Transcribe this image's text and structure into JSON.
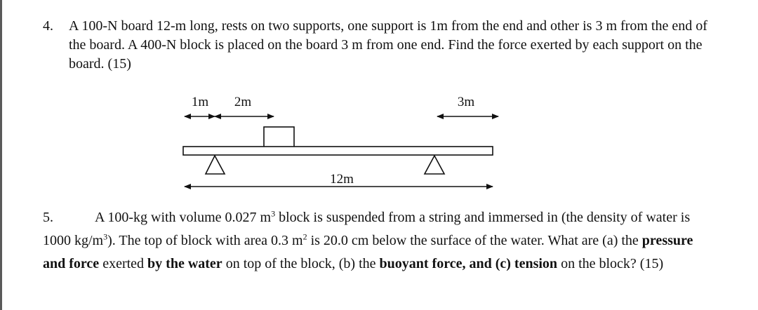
{
  "q4": {
    "number": "4.",
    "text": "A 100-N board 12-m long, rests on two supports, one support is 1m from the end and other is 3 m from the end of the board.  A 400-N block is placed on the board 3 m from one end.  Find the force exerted by each support on the board.  (15)"
  },
  "diagram": {
    "label_1m": "1m",
    "label_2m": "2m",
    "label_3m": "3m",
    "label_12m": "12m"
  },
  "q5": {
    "number": "5.",
    "t1": "A 100-kg with volume 0.027 m",
    "t1_sup": "3",
    "t2": " block is suspended from a string and immersed in (the density of water is 1000 kg/m",
    "t2_sup": "3",
    "t3": ").  The top of block with area 0.3 m",
    "t3_sup": "2",
    "t4": " is 20.0 cm below the surface of the water. What are (a) the ",
    "b1": "pressure and force",
    "t5": " exerted ",
    "b2": "by the water",
    "t6": " on top of the block, (b) the ",
    "b3": "buoyant force, and (c) tension",
    "t7": " on the block?  (15)"
  }
}
